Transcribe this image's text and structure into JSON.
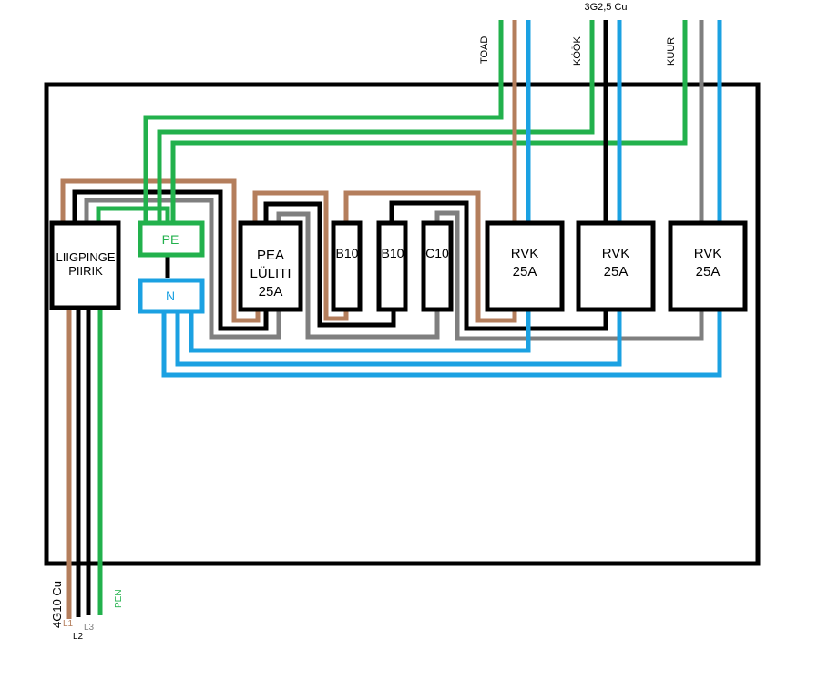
{
  "colors": {
    "brown": "#B47E5C",
    "black": "#000000",
    "gray": "#7F7F7F",
    "green": "#22B14C",
    "blue": "#1BA1E2",
    "background": "#FFFFFF"
  },
  "cables": {
    "top_spec": "3G2,5 Cu",
    "bottom_spec": "4G10 Cu",
    "outgoing": [
      "TOAD",
      "KÖÖK",
      "KUUR"
    ]
  },
  "incoming_conductors": {
    "l1": "L1",
    "l2": "L2",
    "l3": "L3",
    "pen": "PEN"
  },
  "components": {
    "surge_protector": [
      "LIIGPINGE",
      "PIIRIK"
    ],
    "pe_bar": "PE",
    "n_bar": "N",
    "main_switch": [
      "PEA",
      "LÜLITI",
      "25A"
    ],
    "breaker_1": "B10",
    "breaker_2": "B10",
    "breaker_3": "C10",
    "rcd_1": [
      "RVK",
      "25A"
    ],
    "rcd_2": [
      "RVK",
      "25A"
    ],
    "rcd_3": [
      "RVK",
      "25A"
    ]
  }
}
